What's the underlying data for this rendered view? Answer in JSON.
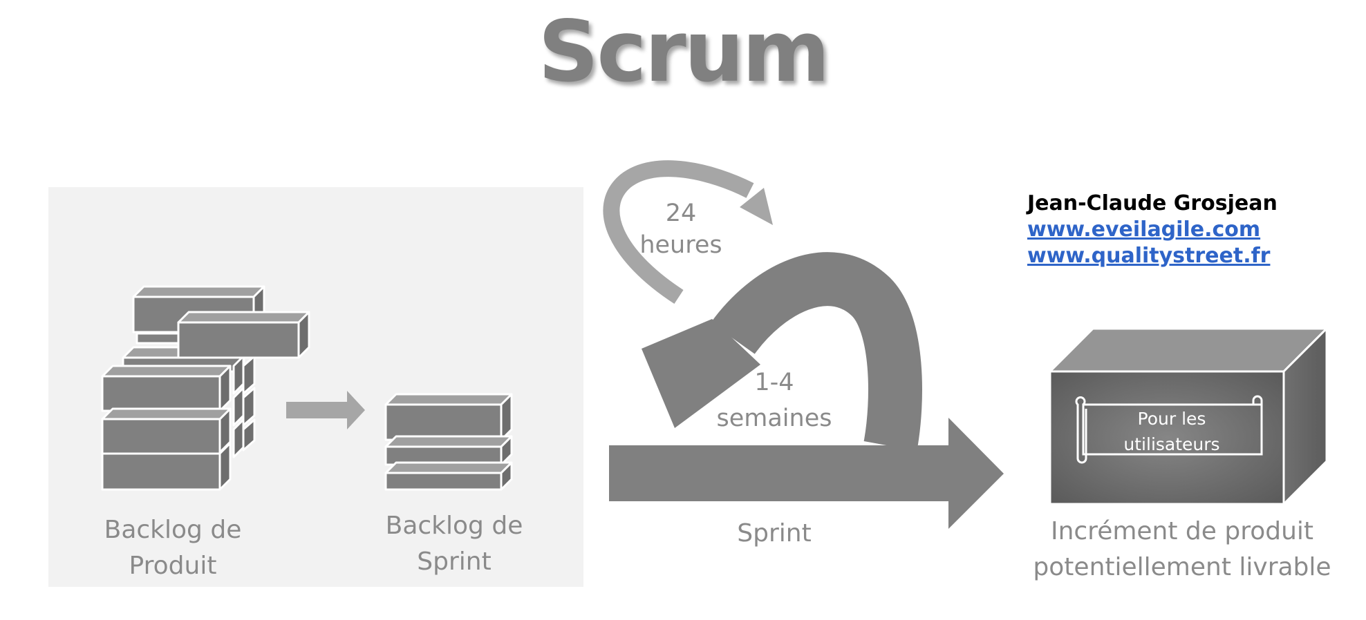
{
  "title": "Scrum",
  "author": {
    "name": "Jean-Claude Grosjean",
    "links": [
      "www.eveilagile.com",
      "www.qualitystreet.fr"
    ]
  },
  "labels": {
    "product_backlog": [
      "Backlog de",
      "Produit"
    ],
    "sprint_backlog": [
      "Backlog de",
      "Sprint"
    ],
    "daily": [
      "24",
      "heures"
    ],
    "sprint_cycle": [
      "1-4",
      "semaines"
    ],
    "sprint": "Sprint",
    "increment": [
      "Incrément de produit",
      "potentiellement livrable"
    ],
    "scroll": [
      "Pour les",
      "utilisateurs"
    ]
  },
  "colors": {
    "title": "#808080",
    "box_fill": "#808080",
    "box_top": "#959595",
    "panel": "#f2f2f2",
    "arrow_light": "#a6a6a6",
    "arrow_dark": "#808080",
    "label": "#8a8a8a",
    "link": "#2e64c8"
  }
}
